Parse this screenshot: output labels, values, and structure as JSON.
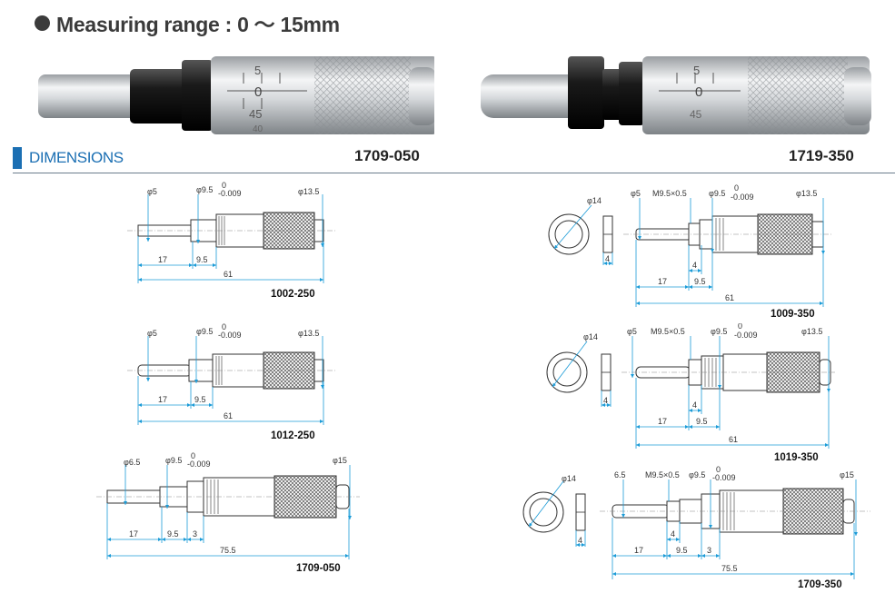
{
  "header": {
    "title": "Measuring range : 0 ～ 15mm"
  },
  "photos": [
    {
      "model": "1709-050"
    },
    {
      "model": "1719-350"
    }
  ],
  "section": {
    "title": "DIMENSIONS"
  },
  "photo_scale": {
    "top": "5",
    "mid": "0",
    "low": "45",
    "bottom": "40"
  },
  "drawings": {
    "d1002": {
      "model": "1002-250",
      "phi_spindle": "φ5",
      "phi_sleeve": "φ9.5",
      "tol_upper": "0",
      "tol_lower": "-0.009",
      "phi_thimble": "φ13.5",
      "len_a": "17",
      "len_b": "9.5",
      "total": "61"
    },
    "d1012": {
      "model": "1012-250",
      "phi_spindle": "φ5",
      "phi_sleeve": "φ9.5",
      "tol_upper": "0",
      "tol_lower": "-0.009",
      "phi_thimble": "φ13.5",
      "len_a": "17",
      "len_b": "9.5",
      "total": "61"
    },
    "d1709050": {
      "model": "1709-050",
      "phi_spindle": "φ6.5",
      "phi_sleeve": "φ9.5",
      "tol_upper": "0",
      "tol_lower": "-0.009",
      "phi_thimble": "φ15",
      "len_a": "17",
      "len_b": "9.5",
      "len_c": "3",
      "total": "75.5"
    },
    "d1009": {
      "model": "1009-350",
      "phi_nut": "φ14",
      "phi_spindle": "φ5",
      "thread": "M9.5×0.5",
      "phi_sleeve": "φ9.5",
      "tol_upper": "0",
      "tol_lower": "-0.009",
      "phi_thimble": "φ13.5",
      "nut_w": "4",
      "nut_in": "4",
      "len_a": "17",
      "len_b": "9.5",
      "total": "61"
    },
    "d1019": {
      "model": "1019-350",
      "phi_nut": "φ14",
      "phi_spindle": "φ5",
      "thread": "M9.5×0.5",
      "phi_sleeve": "φ9.5",
      "tol_upper": "0",
      "tol_lower": "-0.009",
      "phi_thimble": "φ13.5",
      "nut_w": "4",
      "nut_in": "4",
      "len_a": "17",
      "len_b": "9.5",
      "total": "61"
    },
    "d1709350": {
      "model": "1709-350",
      "phi_nut": "φ14",
      "phi_spindle": "6.5",
      "thread": "M9.5×0.5",
      "phi_sleeve": "φ9.5",
      "tol_upper": "0",
      "tol_lower": "-0.009",
      "phi_thimble": "φ15",
      "nut_w": "4",
      "nut_in": "4",
      "len_a": "17",
      "len_b": "9.5",
      "len_c": "3",
      "total": "75.5"
    }
  },
  "colors": {
    "dimension_line": "#1b9bd7",
    "accent": "#1b6fb3",
    "knurl": "#555555"
  }
}
